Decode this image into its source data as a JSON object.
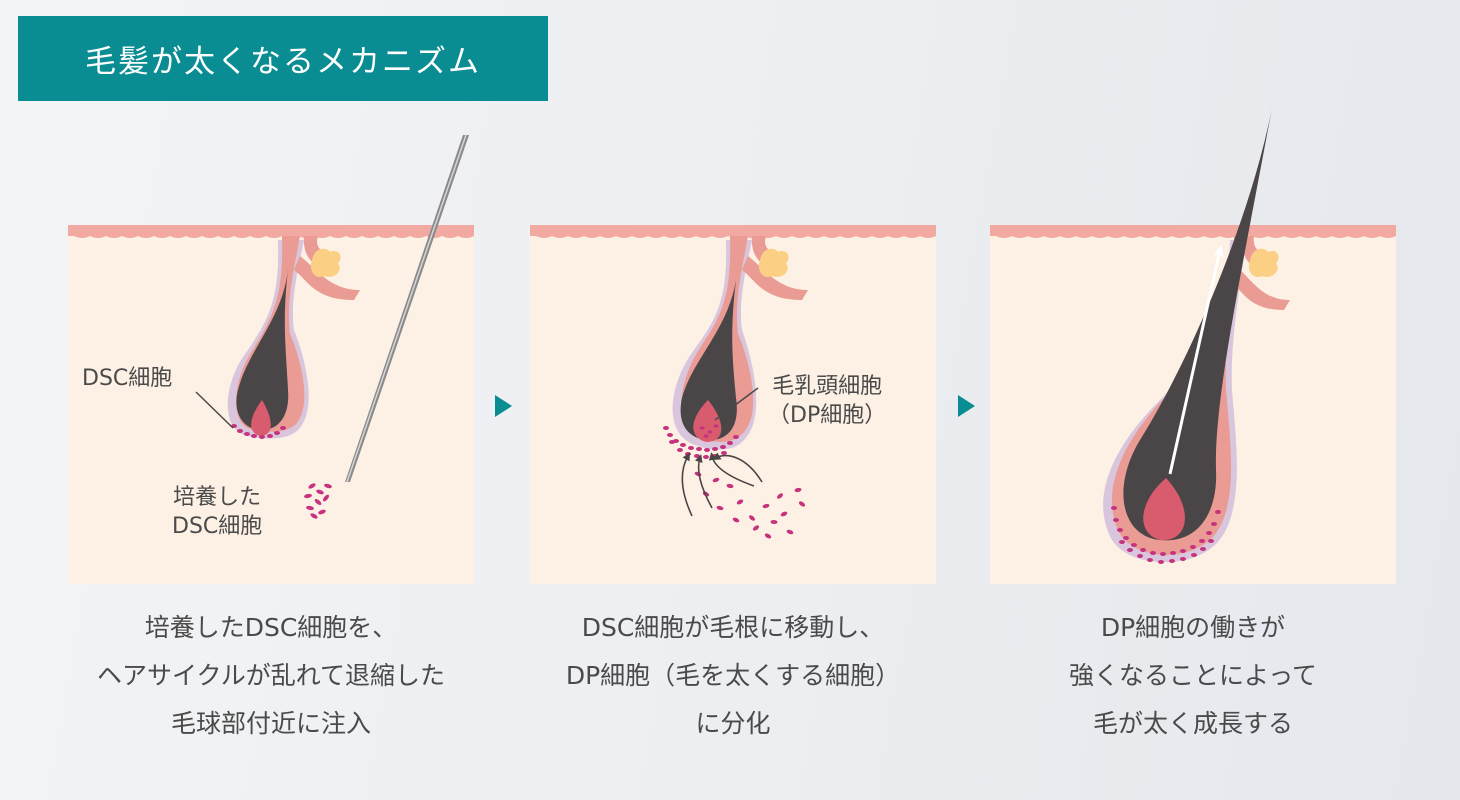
{
  "title": "毛髪が太くなるメカニズム",
  "panels": [
    {
      "labels": {
        "dsc_cell": "DSC細胞",
        "cultured_dsc": [
          "培養した",
          "DSC細胞"
        ]
      },
      "caption": [
        "培養したDSC細胞を、",
        "ヘアサイクルが乱れて退縮した",
        "毛球部付近に注入"
      ]
    },
    {
      "labels": {
        "dermal_papilla": [
          "毛乳頭細胞",
          "（DP細胞）"
        ]
      },
      "caption": [
        "DSC細胞が毛根に移動し、",
        "DP細胞（毛を太くする細胞）",
        "に分化"
      ]
    },
    {
      "caption": [
        "DP細胞の働きが",
        "強くなることによって",
        "毛が太く成長する"
      ]
    }
  ],
  "colors": {
    "accent": "#0a8c93",
    "skin": "#fdf1e6",
    "skin_surface": "#f2a9a1",
    "follicle": "#e99b94",
    "hair": "#4a4546",
    "papilla": "#d85c6d",
    "cells": "#c6327e",
    "sebaceous": "#fbcf84"
  },
  "icons": [
    "syringe-needle-icon",
    "next-step-arrow-icon",
    "migration-arrow-icon",
    "growth-arrow-icon"
  ]
}
